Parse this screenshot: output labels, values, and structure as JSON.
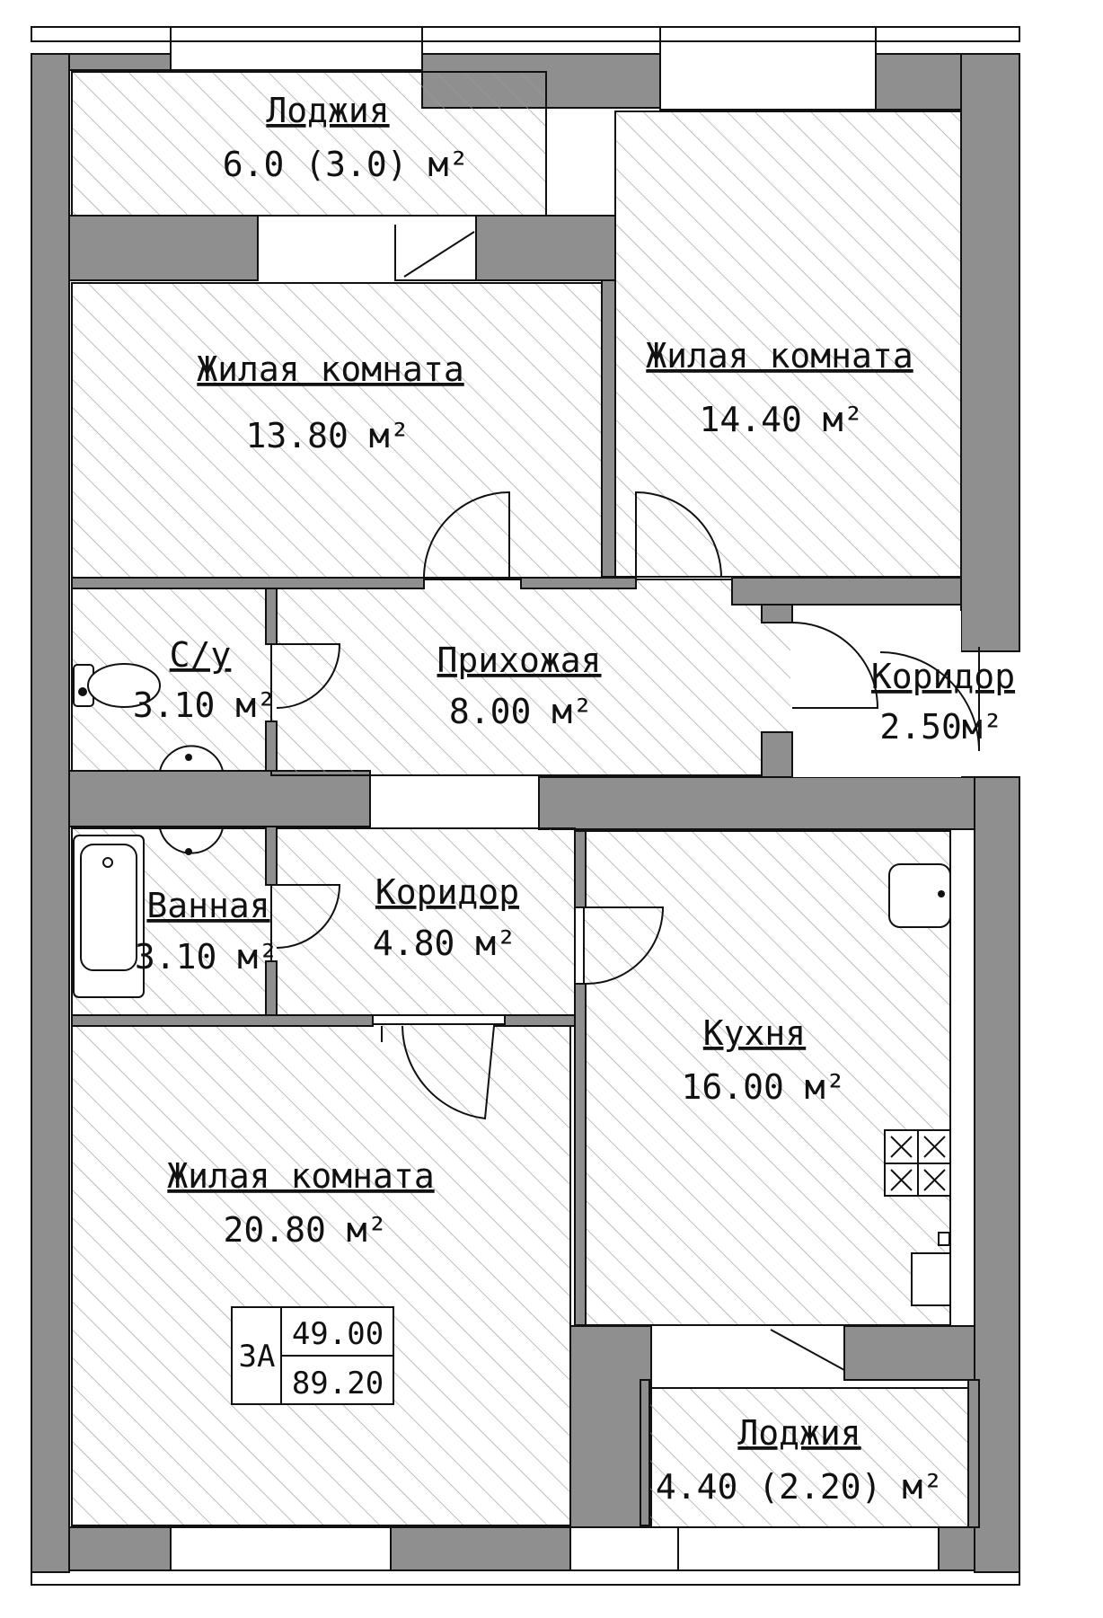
{
  "colors": {
    "wall": "#8f8f8f",
    "line": "#111111",
    "hatch": "#9a9a9a",
    "background": "#ffffff"
  },
  "rooms": {
    "loggia_top": {
      "title": "Лоджия",
      "area": "6.0 (3.0) м²"
    },
    "living_1": {
      "title": "Жилая комната",
      "area": "13.80 м²"
    },
    "living_2": {
      "title": "Жилая комната",
      "area": "14.40 м²"
    },
    "wc": {
      "title": "С/у",
      "area": "3.10 м²"
    },
    "hall": {
      "title": "Прихожая",
      "area": "8.00 м²"
    },
    "corridor_small": {
      "title": "Коридор",
      "area": "2.50м²"
    },
    "bathroom": {
      "title": "Ванная",
      "area": "3.10 м²"
    },
    "corridor": {
      "title": "Коридор",
      "area": "4.80 м²"
    },
    "kitchen": {
      "title": "Кухня",
      "area": "16.00 м²"
    },
    "living_3": {
      "title": "Жилая комната",
      "area": "20.80 м²"
    },
    "loggia_bottom": {
      "title": "Лоджия",
      "area": "4.40 (2.20) м²"
    }
  },
  "summary": {
    "type": "3А",
    "living_area": "49.00",
    "total_area": "89.20"
  },
  "icons": [
    "toilet-icon",
    "sink-icon",
    "bathtub-icon",
    "kitchen-sink-icon",
    "stove-icon"
  ]
}
